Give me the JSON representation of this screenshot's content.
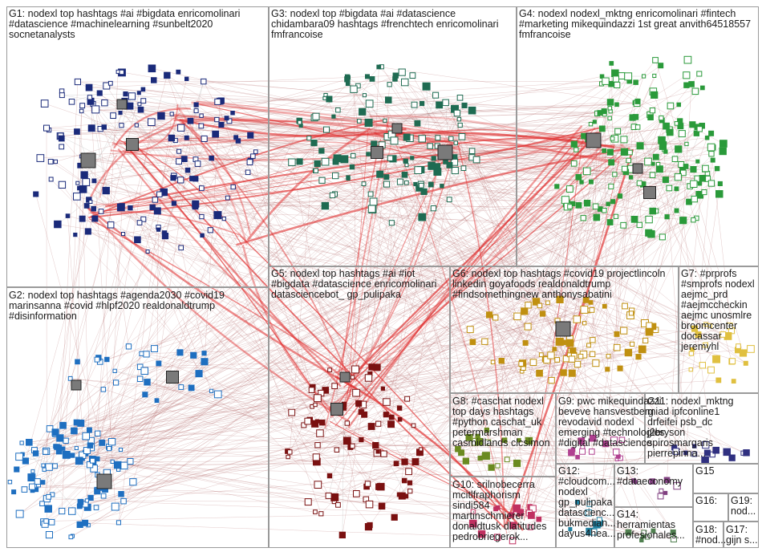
{
  "groups": [
    {
      "id": "G1",
      "label": "G1: nodexl top hashtags #ai #bigdata enricomolinari\n#datascience #machinelearning #sunbelt2020\nsocnetanalysts"
    },
    {
      "id": "G2",
      "label": "G2: nodexl top hashtags #agenda2030 #covid19\nmarinsanna #covid #hlpf2020 realdonaldtrump\n#disinformation"
    },
    {
      "id": "G3",
      "label": "G3: nodexl top #bigdata #ai #datascience\nchidambara09 hashtags #frenchtech enricomolinari\nfmfrancoise"
    },
    {
      "id": "G4",
      "label": "G4: nodexl nodexl_mktng enricomolinari #fintech\n#marketing mikequindazzi 1st great anvith64518557\nfmfrancoise"
    },
    {
      "id": "G5",
      "label": "G5: nodexl top hashtags #ai #iot\n#bigdata #datascience enricomolinari\ndatasciencebot_ gp_pulipaka"
    },
    {
      "id": "G6",
      "label": "G6: nodexl top hashtags #covid19 projectlincoln\nlinkedin goyafoods realdonaldtrump\n#findsomethingnew anthonysabatini"
    },
    {
      "id": "G7",
      "label": "G7: #prprofs\n#smprofs nodexl\naejmc_prd\n#aejmccheckin\naejmc unosmlre\nbroomcenter\ndocassar\njeremyhl"
    },
    {
      "id": "G8",
      "label": "G8: #caschat nodexl\ntop days hashtags\n#python caschat_uk\npetermarshman\ncasmidlands clcsimon"
    },
    {
      "id": "G9",
      "label": "G9: pwc mikequindazzi\nbeveve hansvestberg\nrevodavid nodexl\nemerging #technologies\n#digital #datascience"
    },
    {
      "id": "G10",
      "label": "G10: srilnobecerra\nmcitlfraphorism\nsindi584\nmartinschmierer\ndonaldtusk dlatitudes\npedrobriegerok..."
    },
    {
      "id": "G11",
      "label": "G11: nodexl_mktng\nmiad ipfconline1\ndrfeifei psb_dc\nj2bryson\nspirosmargaris\npierrepinna..."
    },
    {
      "id": "G12",
      "label": "G12:\n#cloudcom...\nnodexl\ngp_pulipaka\ndatascienc...\nbukmedian...\ndayus4hea..."
    },
    {
      "id": "G13",
      "label": "G13:\n#dataeconomy"
    },
    {
      "id": "G14",
      "label": "G14:\nherramientas\nprofesionales..."
    },
    {
      "id": "G15",
      "label": "G15"
    },
    {
      "id": "G16",
      "label": "G16:"
    },
    {
      "id": "G17",
      "label": "G17:\ngijn s..."
    },
    {
      "id": "G18",
      "label": "G18:\n#nod..."
    },
    {
      "id": "G19",
      "label": "G19:\nnod..."
    }
  ],
  "colors": {
    "background": "#ffffff",
    "group_border": "#9a9a9a",
    "edge_strong": "#e03030",
    "edge_light": "#b8b8b8",
    "edge_medium": "#b06060",
    "node_G1": "#1a2a7a",
    "node_G2": "#1e6fc0",
    "node_G3": "#1f6b52",
    "node_G4": "#2a9a3a",
    "node_G5": "#7a1010",
    "node_G6": "#c09010",
    "node_G7": "#e0c040",
    "node_G8": "#6a8a20",
    "node_G9": "#b04090",
    "node_G10": "#c03060",
    "node_G11": "#303080",
    "node_G12": "#2080a0",
    "node_G13": "#804080",
    "node_G14": "#508050"
  }
}
